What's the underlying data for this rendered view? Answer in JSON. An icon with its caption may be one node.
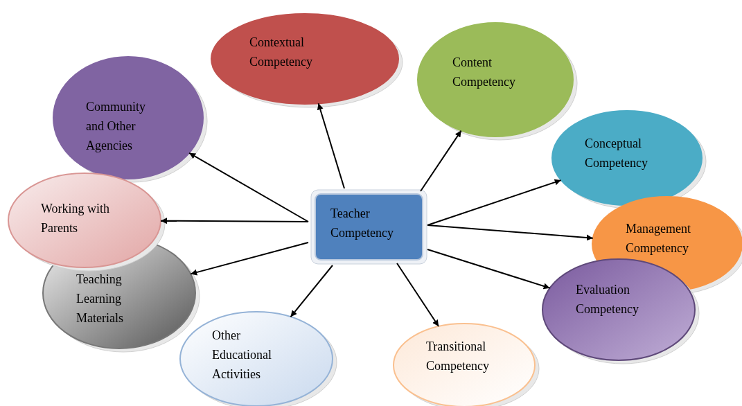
{
  "diagram": {
    "nodes": [
      {
        "text": [
          "Teacher Competency"
        ]
      },
      {
        "text": [
          "Contextual Competency"
        ]
      },
      {
        "text": [
          "Content Competency"
        ]
      },
      {
        "text": [
          "Community and Other Agencies"
        ]
      },
      {
        "text": [
          "Conceptual Competency"
        ]
      },
      {
        "text": [
          "Management Competency"
        ]
      },
      {
        "text": [
          "Teaching Learning Materials"
        ]
      },
      {
        "text": [
          "Working with Parents"
        ]
      },
      {
        "text": [
          "Evaluation Competency"
        ]
      },
      {
        "text": [
          "Other Educational Activities"
        ]
      },
      {
        "text": [
          "Transitional Competency"
        ]
      }
    ],
    "edges": [
      {
        "from": 0,
        "to": 1,
        "arrow": "to"
      },
      {
        "from": 0,
        "to": 2,
        "arrow": "to"
      },
      {
        "from": 0,
        "to": 3,
        "arrow": "to"
      },
      {
        "from": 0,
        "to": 4,
        "arrow": "to"
      },
      {
        "from": 0,
        "to": 5,
        "arrow": "to"
      },
      {
        "from": 0,
        "to": 6,
        "arrow": "to"
      },
      {
        "from": 0,
        "to": 7,
        "arrow": "to"
      },
      {
        "from": 0,
        "to": 8,
        "arrow": "to"
      },
      {
        "from": 0,
        "to": 9,
        "arrow": "to"
      },
      {
        "from": 0,
        "to": 10,
        "arrow": "to"
      }
    ]
  }
}
